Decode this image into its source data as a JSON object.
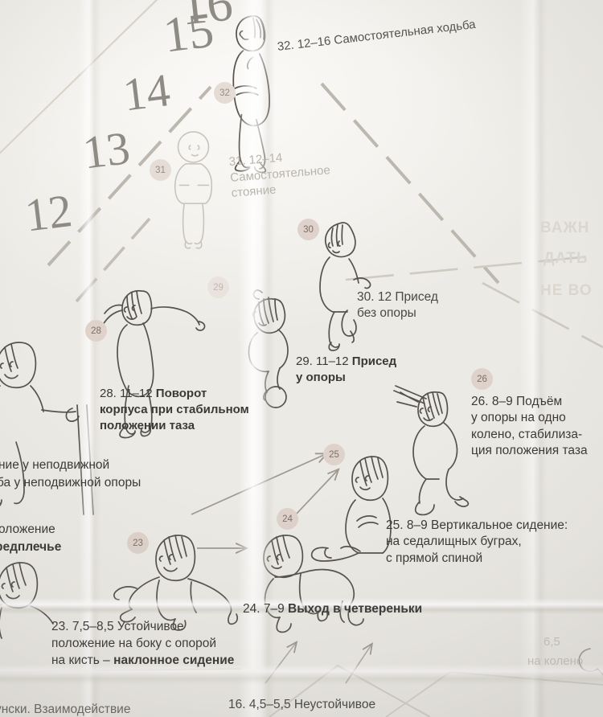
{
  "document": {
    "kind": "printed-poster-photo",
    "language": "ru",
    "title_fragment_right": [
      "ВАЖН",
      "ДАТЬ",
      "НЕ ВО"
    ]
  },
  "axis_numbers": [
    {
      "label": "16"
    },
    {
      "label": "15"
    },
    {
      "label": "14"
    },
    {
      "label": "13"
    },
    {
      "label": "12"
    }
  ],
  "milestones": [
    {
      "badge": "32",
      "number": "32.",
      "age": "12–16",
      "title": "Самостоятельная ходьба",
      "bold": false,
      "text": "32. 12–16 Самостоятельная ходьба"
    },
    {
      "badge": "31",
      "number": "31.",
      "age": "12–14",
      "title": "Самостоятельное стояние",
      "bold": false,
      "text": "31. 12–14\nСамостоятельное\nстояние"
    },
    {
      "badge": "30",
      "number": "30.",
      "age": "12",
      "title": "Присед без опоры",
      "bold": false,
      "text": "30. 12 Присед\nбез опоры"
    },
    {
      "badge": "29",
      "number": "29.",
      "age": "11–12",
      "title": "Присед у опоры",
      "bold": true,
      "text_plain": "29. 11–12 ",
      "text_bold": "Присед\nу опоры"
    },
    {
      "badge": "28",
      "number": "28.",
      "age": "11–12",
      "title": "Поворот корпуса при стабильном положении таза",
      "bold": true,
      "text_plain": "28. 11–12 ",
      "text_bold": "Поворот\nкорпуса при стабильном\nположении таза"
    },
    {
      "badge": "26",
      "number": "26.",
      "age": "8–9",
      "title": "Подъём у опоры на одно колено, стабилизация положения таза",
      "bold": false,
      "text": "26. 8–9 Подъём\nу опоры на одно\nколено, стабилиза-\nция положения таза"
    },
    {
      "badge": "25",
      "number": "25.",
      "age": "8–9",
      "title": "Вертикальное сидение: на седалищных буграх, с прямой спиной",
      "bold": false,
      "text": "25. 8–9 Вертикальное сидение:\nна седалищных буграх,\nс прямой спиной"
    },
    {
      "badge": "24",
      "number": "24.",
      "age": "7–9",
      "title": "Выход в четвереньки",
      "bold": true,
      "text_plain": "24. 7–9 ",
      "text_bold": "Выход в четвереньки"
    },
    {
      "badge": "23",
      "number": "23.",
      "age": "7,5–8,5",
      "title": "Устойчивое положение на боку с опорой на кисть – наклонное сидение",
      "bold": true,
      "text_plain": "23. 7,5–8,5 Устойчивое\nположение на боку с опорой\nна кисть – ",
      "text_bold": "наклонное сидение"
    }
  ],
  "cropped_text": {
    "left_upper_line1": "ние у неподвижной",
    "left_upper_line2": "ба у неподвижной опоры",
    "left_lower_line1": "оложение",
    "left_lower_line2_bold": "редплечье",
    "bottom_center": "16. 4,5–5,5 Неустойчивое",
    "bottom_left": "унски. Взаимодействие",
    "bottom_right_num": "6,5",
    "bottom_right_line": "на колено"
  },
  "colors": {
    "paper": "#f2f0ec",
    "ink": "#3b3937",
    "badge_fill": "#ded2cb",
    "badge_text": "#7b6f68",
    "line_art": "#55524e",
    "dashed_guide": "#bdb9b1",
    "big_number": "#8e8b84",
    "faded_text": "#b9b5ad"
  }
}
